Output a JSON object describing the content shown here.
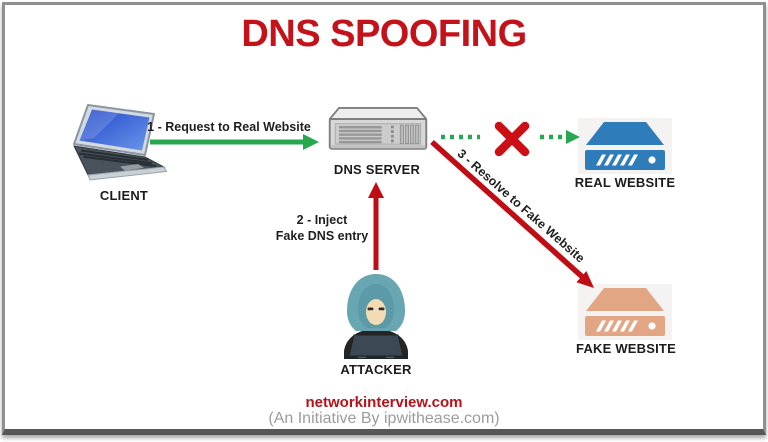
{
  "title": "DNS SPOOFING",
  "nodes": {
    "client": {
      "label": "CLIENT",
      "icon": "laptop-icon"
    },
    "dns_server": {
      "label": "DNS SERVER",
      "icon": "server-icon"
    },
    "real_website": {
      "label": "REAL WEBSITE",
      "icon": "website-server-icon"
    },
    "fake_website": {
      "label": "FAKE WEBSITE",
      "icon": "website-server-icon"
    },
    "attacker": {
      "label": "ATTACKER",
      "icon": "hooded-hacker-icon"
    }
  },
  "steps": {
    "step1": {
      "label": "1 - Request to Real Website",
      "arrow": "solid-green-right"
    },
    "step2": {
      "line1": "2 - Inject",
      "line2": "Fake DNS entry",
      "arrow": "solid-red-up"
    },
    "step3": {
      "label": "3 - Resolve to Fake Website",
      "arrow": "solid-red-diagonal"
    },
    "blocked": {
      "icon": "red-x-icon",
      "arrow": "dotted-green-right"
    }
  },
  "footer": {
    "site": "networkinterview.com",
    "attribution": "(An Initiative By ipwithease.com)"
  },
  "colors": {
    "title_red": "#c4121a",
    "arrow_green": "#27a850",
    "arrow_red": "#c00d15",
    "x_red": "#cc0e15",
    "real_website_blue": "#2e7dba",
    "fake_website_tan": "#e3a685",
    "server_gray": "#d7d7d7",
    "attacker_hood_teal": "#68a6b1",
    "footer_red": "#b5121a",
    "footer_gray": "#9c9c9c"
  }
}
